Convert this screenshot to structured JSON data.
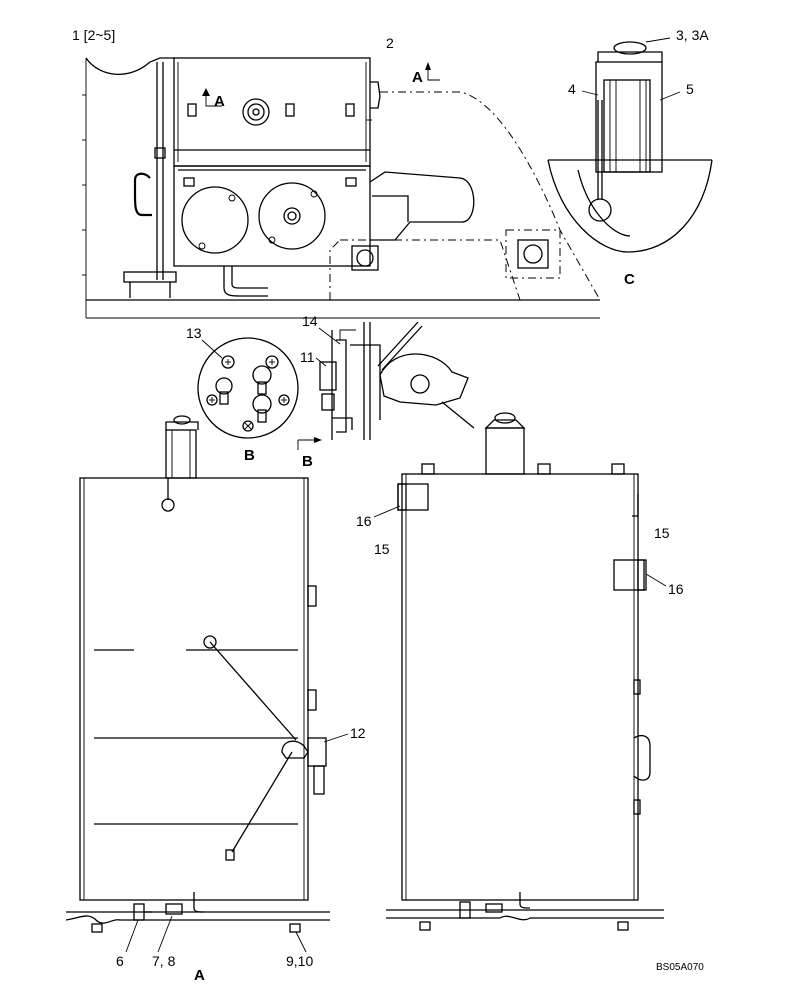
{
  "diagram": {
    "drawing_code": "BS05A070",
    "view_labels": {
      "detail_c": "C",
      "detail_b": "B",
      "view_a_bottom": "A",
      "section_a_top_right": "A",
      "section_a_top_left": "A",
      "section_b": "B"
    },
    "callouts": {
      "c1": "1 [2~5]",
      "c2": "2",
      "c3": "3, 3A",
      "c4": "4",
      "c5": "5",
      "c6": "6",
      "c7": "7, 8",
      "c9": "9,10",
      "c11": "11",
      "c12": "12",
      "c13": "13",
      "c14": "14",
      "c15a": "15",
      "c16a": "16",
      "c15b": "15",
      "c16b": "16"
    }
  }
}
